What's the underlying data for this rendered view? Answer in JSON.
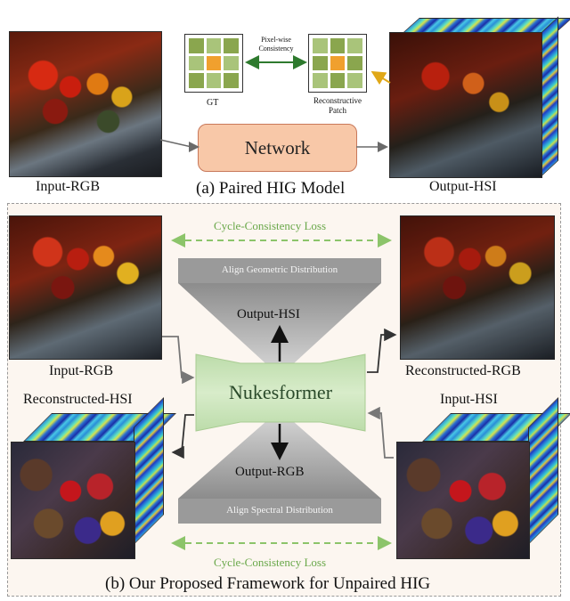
{
  "part_a": {
    "input_label": "Input-RGB",
    "output_label": "Output-HSI",
    "network_label": "Network",
    "gt_label": "GT",
    "consistency_label": "Pixel-wise Consistency",
    "reconstructive_label": "Reconstructive Patch",
    "caption": "(a) Paired HIG Model"
  },
  "part_b": {
    "input_rgb_label": "Input-RGB",
    "reconstructed_rgb_label": "Reconstructed-RGB",
    "reconstructed_hsi_label": "Reconstructed-HSI",
    "input_hsi_label": "Input-HSI",
    "core_label": "Nukesformer",
    "output_hsi_label": "Output-HSI",
    "output_rgb_label": "Output-RGB",
    "align_geometric": "Align Geometric Distribution",
    "align_spectral": "Align Spectral Distribution",
    "cycle_top": "Cycle-Consistency Loss",
    "cycle_bottom": "Cycle-Consistency Loss",
    "caption": "(b) Our Proposed Framework for Unpaired HIG"
  },
  "colors": {
    "network_fill": "#f8c8a8",
    "nukesformer_fill": "#cfe6c0",
    "cycle_green": "#8cc46a",
    "align_gray": "#9c9c9c"
  }
}
